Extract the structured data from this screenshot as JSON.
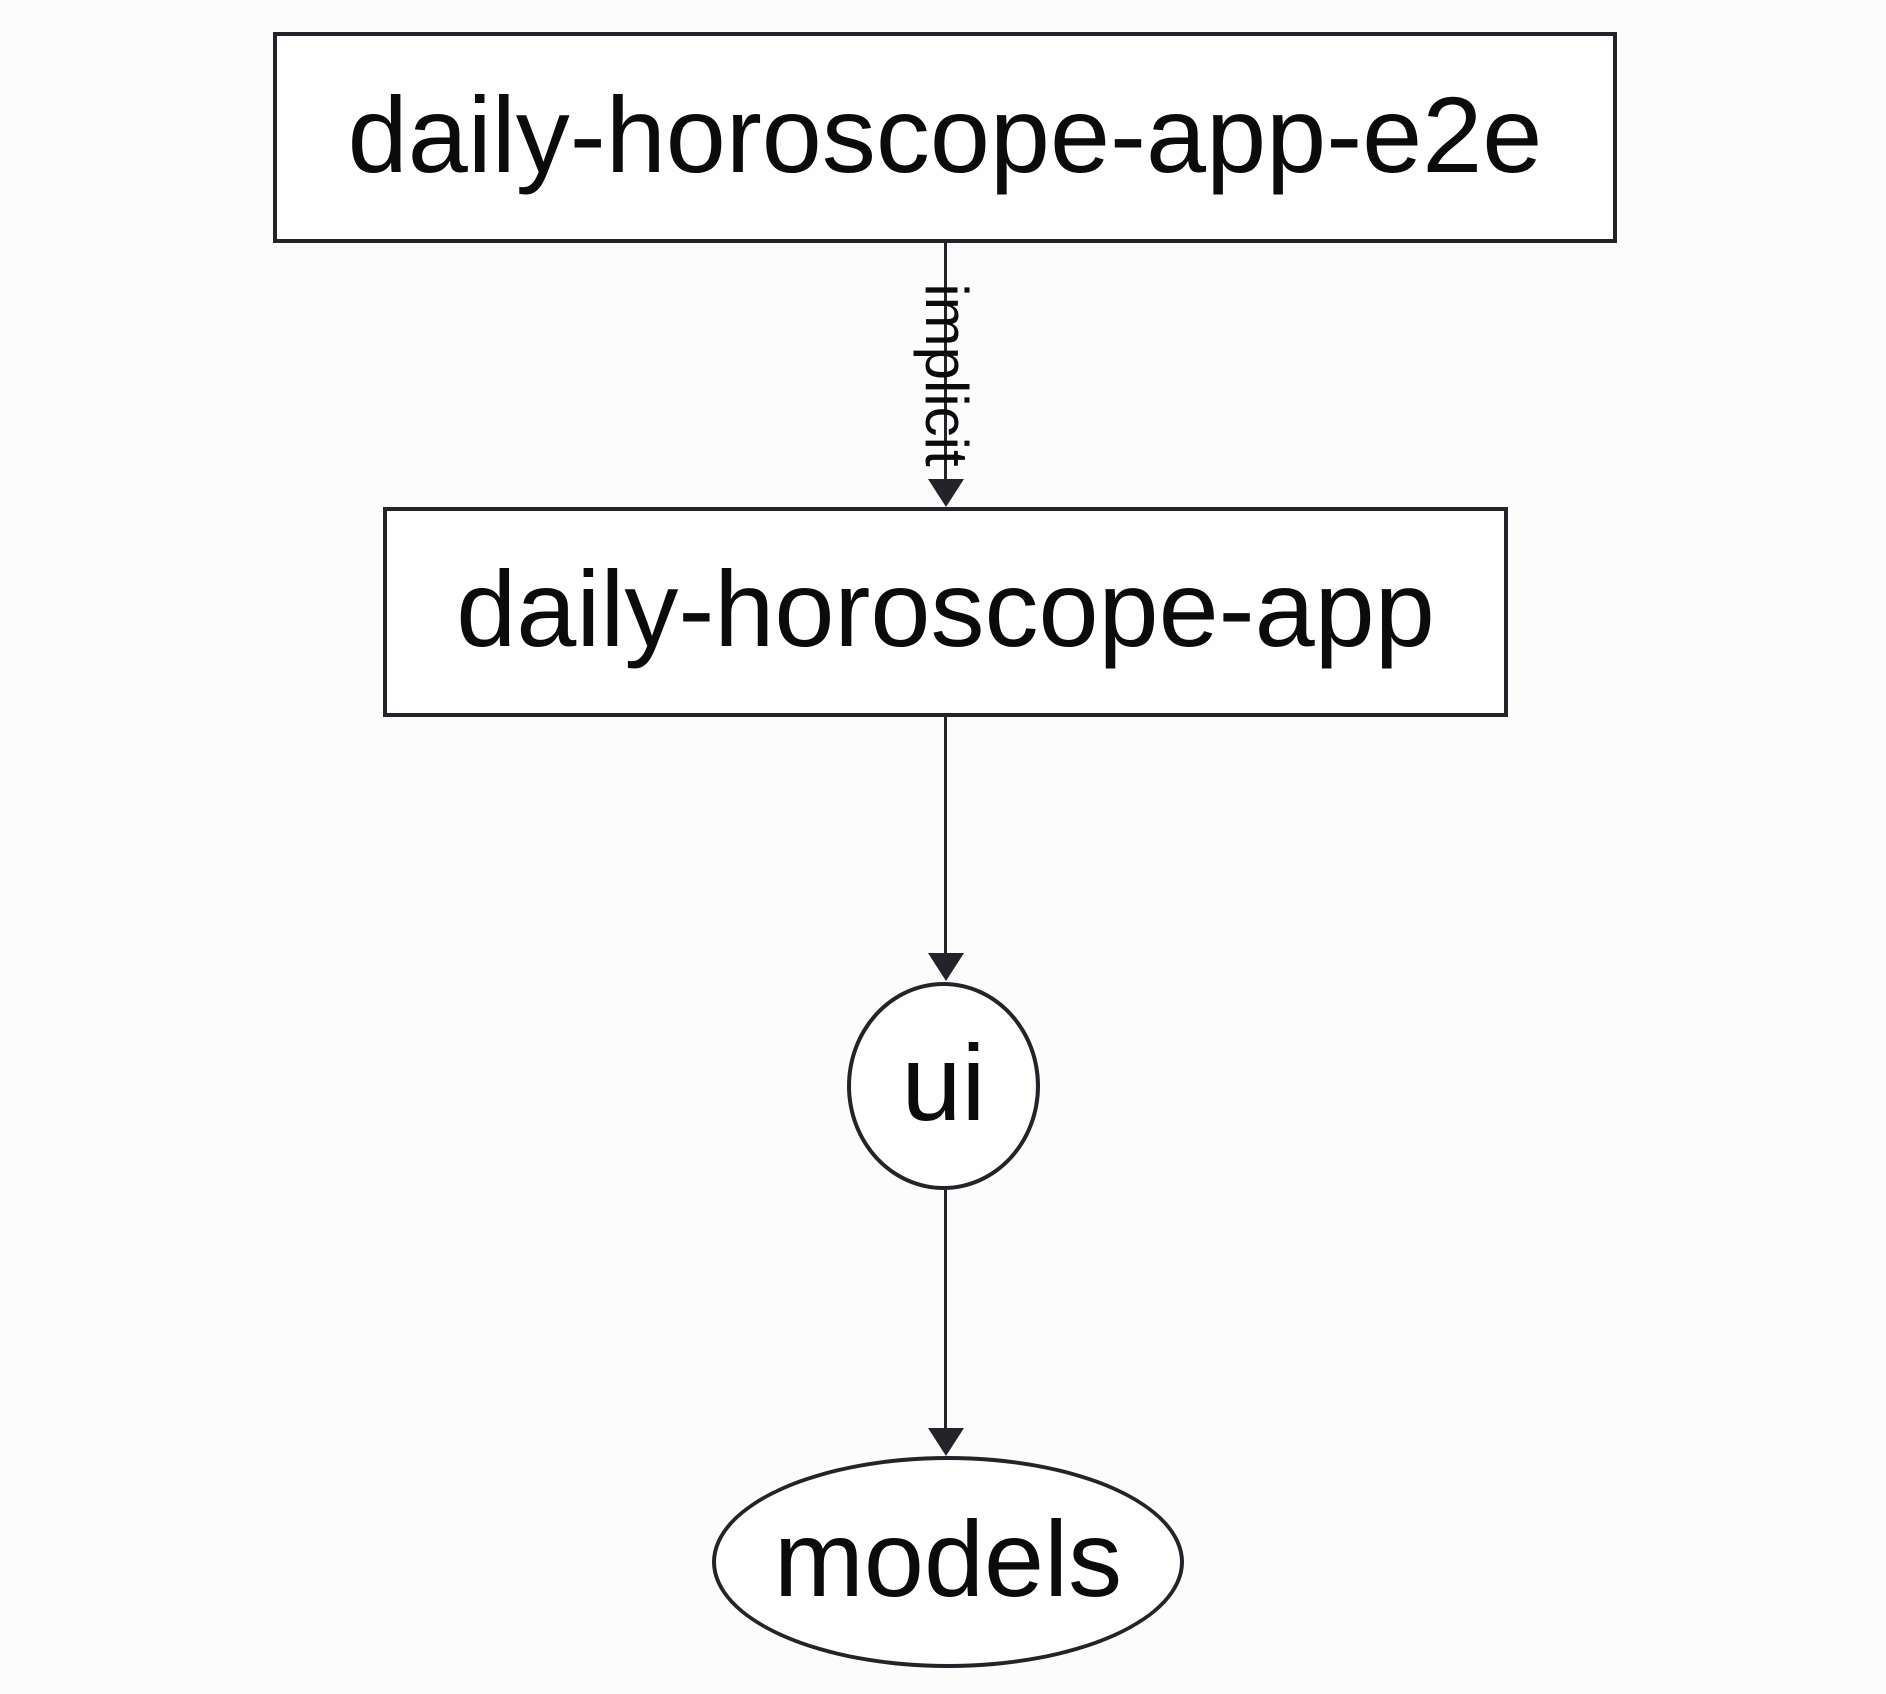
{
  "diagram": {
    "type": "dependency-graph",
    "nodes": [
      {
        "id": "daily-horoscope-app-e2e",
        "label": "daily-horoscope-app-e2e",
        "shape": "rect"
      },
      {
        "id": "daily-horoscope-app",
        "label": "daily-horoscope-app",
        "shape": "rect"
      },
      {
        "id": "ui",
        "label": "ui",
        "shape": "ellipse"
      },
      {
        "id": "models",
        "label": "models",
        "shape": "ellipse"
      }
    ],
    "edges": [
      {
        "from": "daily-horoscope-app-e2e",
        "to": "daily-horoscope-app",
        "label": "implicit",
        "label_rotation_deg": 90
      },
      {
        "from": "daily-horoscope-app",
        "to": "ui",
        "label": ""
      },
      {
        "from": "ui",
        "to": "models",
        "label": ""
      }
    ],
    "colors": {
      "stroke": "#232329",
      "text": "#0b0b0d",
      "bg": "#fdfcfc",
      "node-fill": "#fefefe"
    }
  }
}
